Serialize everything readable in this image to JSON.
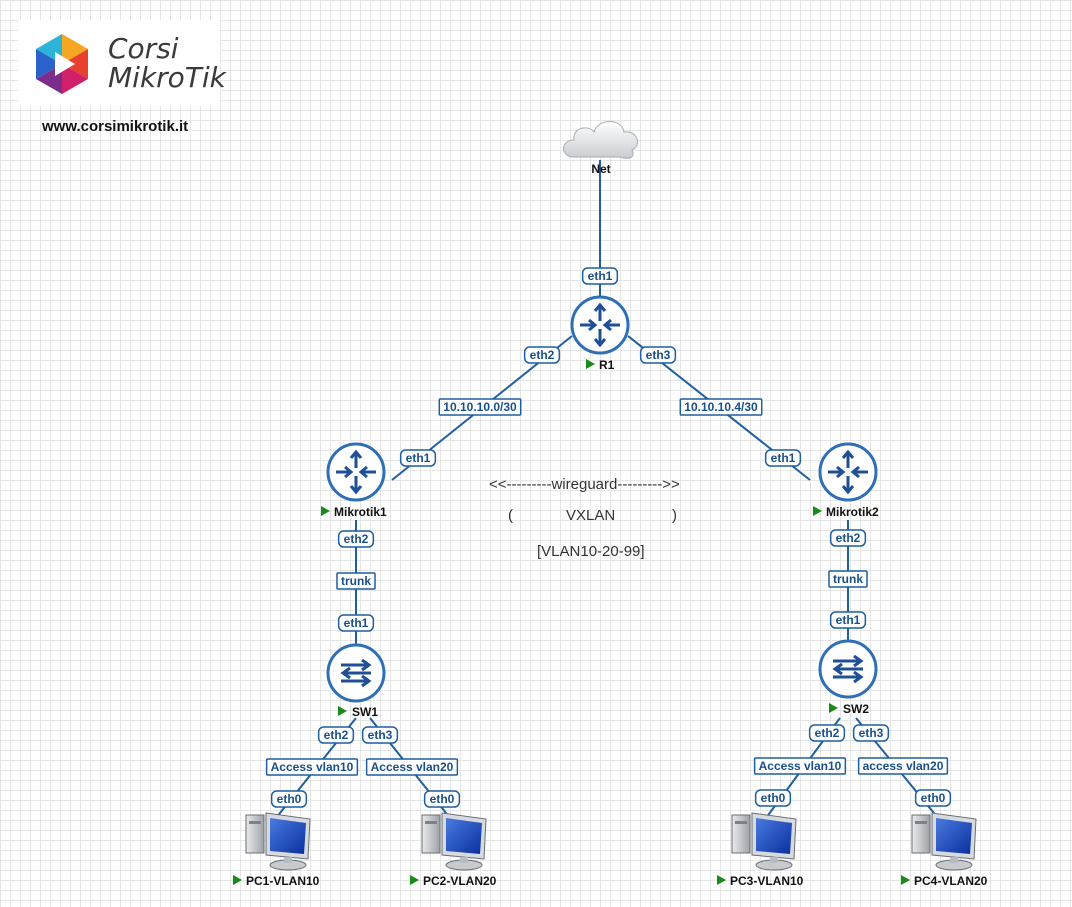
{
  "brand": {
    "logo_line1": "Corsi",
    "logo_line2": "MikroTik",
    "url": "www.corsimikrotik.it"
  },
  "nodes": {
    "net": {
      "label": "Net",
      "icon": "cloud-icon"
    },
    "r1": {
      "label": "R1",
      "icon": "router-icon"
    },
    "mikrotik1": {
      "label": "Mikrotik1",
      "icon": "router-icon"
    },
    "mikrotik2": {
      "label": "Mikrotik2",
      "icon": "router-icon"
    },
    "sw1": {
      "label": "SW1",
      "icon": "switch-icon"
    },
    "sw2": {
      "label": "SW2",
      "icon": "switch-icon"
    },
    "pc1": {
      "label": "PC1-VLAN10",
      "icon": "pc-icon"
    },
    "pc2": {
      "label": "PC2-VLAN20",
      "icon": "pc-icon"
    },
    "pc3": {
      "label": "PC3-VLAN10",
      "icon": "pc-icon"
    },
    "pc4": {
      "label": "PC4-VLAN20",
      "icon": "pc-icon"
    }
  },
  "links": {
    "net_r1": {
      "if_r1": "eth1"
    },
    "r1_mk1": {
      "if_r1": "eth2",
      "subnet": "10.10.10.0/30",
      "if_mk1": "eth1"
    },
    "r1_mk2": {
      "if_r1": "eth3",
      "subnet": "10.10.10.4/30",
      "if_mk2": "eth1"
    },
    "mk1_sw1": {
      "if_mk1": "eth2",
      "mode": "trunk",
      "if_sw1": "eth1"
    },
    "mk2_sw2": {
      "if_mk2": "eth2",
      "mode": "trunk",
      "if_sw2": "eth1"
    },
    "sw1_pc1": {
      "if_sw": "eth2",
      "mode": "Access vlan10",
      "if_pc": "eth0"
    },
    "sw1_pc2": {
      "if_sw": "eth3",
      "mode": "Access vlan20",
      "if_pc": "eth0"
    },
    "sw2_pc3": {
      "if_sw": "eth2",
      "mode": "Access vlan10",
      "if_pc": "eth0"
    },
    "sw2_pc4": {
      "if_sw": "eth3",
      "mode": "access vlan20",
      "if_pc": "eth0"
    }
  },
  "tunnel": {
    "line1": "<<---------wireguard--------->>",
    "line2_open": "(",
    "line2_text": "VXLAN",
    "line2_close": ")",
    "line3": "[VLAN10-20-99]"
  },
  "colors": {
    "link": "#1f5fa0",
    "device_blue": "#2f6fb6",
    "play_green": "#1a8a1a"
  }
}
